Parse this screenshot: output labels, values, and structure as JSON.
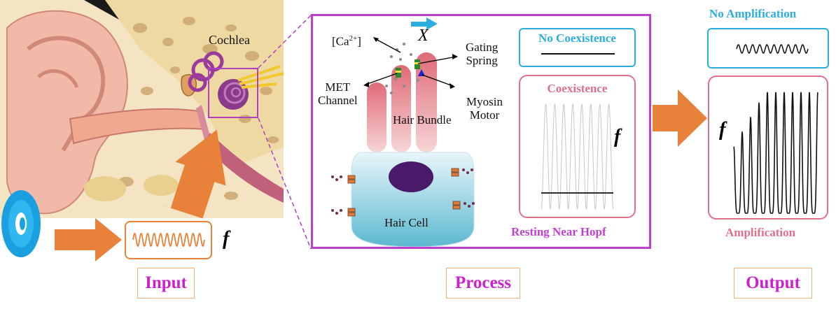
{
  "ear": {
    "cochlea_label": "Cochlea"
  },
  "input": {
    "stage_label": "Input",
    "freq_symbol": "f"
  },
  "process": {
    "stage_label": "Process",
    "ca_label": "[Ca",
    "ca_superscript": "2+",
    "ca_bracket": "]",
    "x_label": "X",
    "gating_spring_label": "Gating\nSpring",
    "met_channel_label": "MET\nChannel",
    "myosin_motor_label": "Myosin\nMotor",
    "hair_bundle_label": "Hair Bundle",
    "hair_cell_label": "Hair Cell",
    "no_coexistence_title": "No Coexistence",
    "coexistence_title": "Coexistence",
    "freq_symbol": "f",
    "resting_label": "Resting Near Hopf"
  },
  "output": {
    "stage_label": "Output",
    "no_amplification_title": "No Amplification",
    "amplification_title": "Amplification",
    "freq_symbol": "f"
  },
  "colors": {
    "orange": "#e8823a",
    "magenta": "#c03ed0",
    "cyan": "#2aaede",
    "pink": "#e0708a",
    "stage_text": "#cc22cc"
  }
}
